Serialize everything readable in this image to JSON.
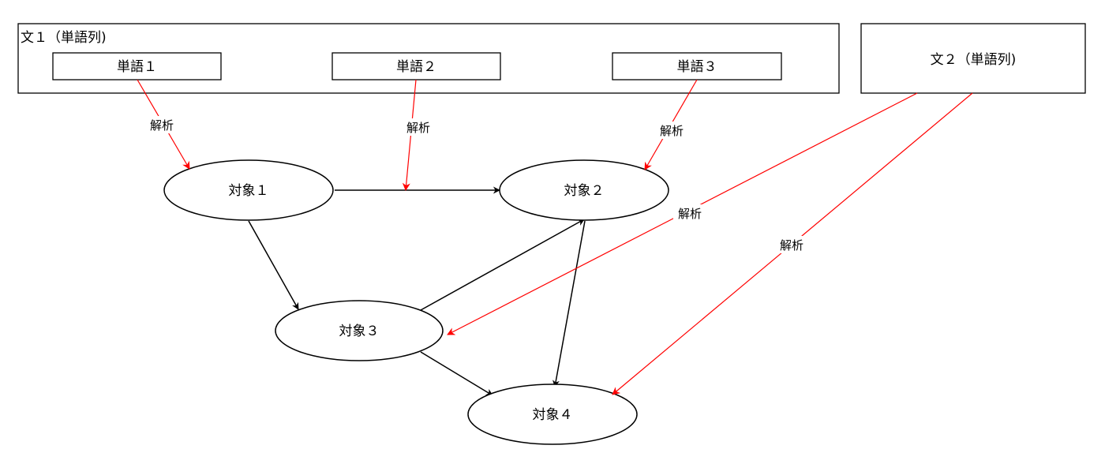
{
  "sentence1": {
    "title": "文１（単語列)",
    "words": [
      "単語１",
      "単語２",
      "単語３"
    ]
  },
  "sentence2": {
    "title": "文２（単語列)"
  },
  "objects": [
    "対象１",
    "対象２",
    "対象３",
    "対象４"
  ],
  "parse_label": "解析",
  "colors": {
    "parse_edge": "#ff0000",
    "relation_edge": "#000000"
  }
}
